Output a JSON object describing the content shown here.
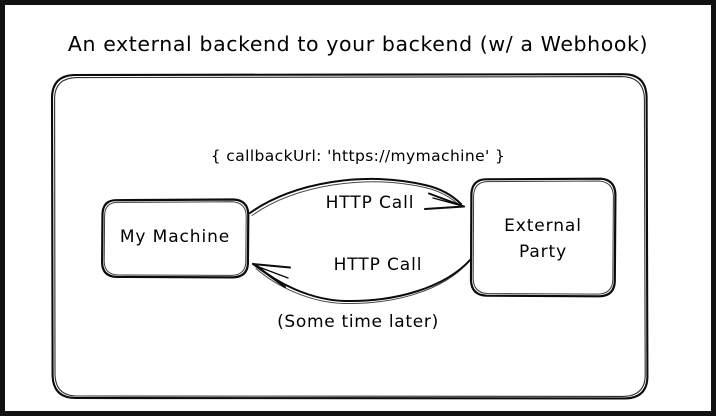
{
  "diagram": {
    "title": "An external backend to your backend (w/ a Webhook)",
    "payload_label": "{ callbackUrl: 'https://mymachine' }",
    "nodes": [
      {
        "id": "my-machine",
        "label": "My Machine"
      },
      {
        "id": "external-party",
        "label_line1": "External",
        "label_line2": "Party"
      }
    ],
    "edges": [
      {
        "id": "request",
        "label": "HTTP Call",
        "direction": "left-to-right"
      },
      {
        "id": "webhook-callback",
        "label": "HTTP Call",
        "direction": "right-to-left"
      }
    ],
    "note": "(Some time later)",
    "colors": {
      "ink": "#0b0b0b",
      "background": "#ffffff",
      "frame": "#111111"
    }
  }
}
